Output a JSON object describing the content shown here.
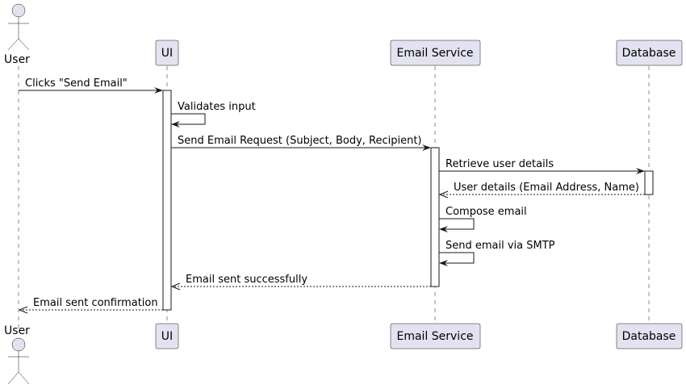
{
  "participants": {
    "user": "User",
    "ui": "UI",
    "email_service": "Email Service",
    "database": "Database"
  },
  "messages": [
    "Clicks \"Send Email\"",
    "Validates input",
    "Send Email Request (Subject, Body, Recipient)",
    "Retrieve user details",
    "User details (Email Address, Name)",
    "Compose email",
    "Send email via SMTP",
    "Email sent successfully",
    "Email sent confirmation"
  ],
  "colors": {
    "participant_fill": "#E2E2F0",
    "line": "#181818"
  }
}
